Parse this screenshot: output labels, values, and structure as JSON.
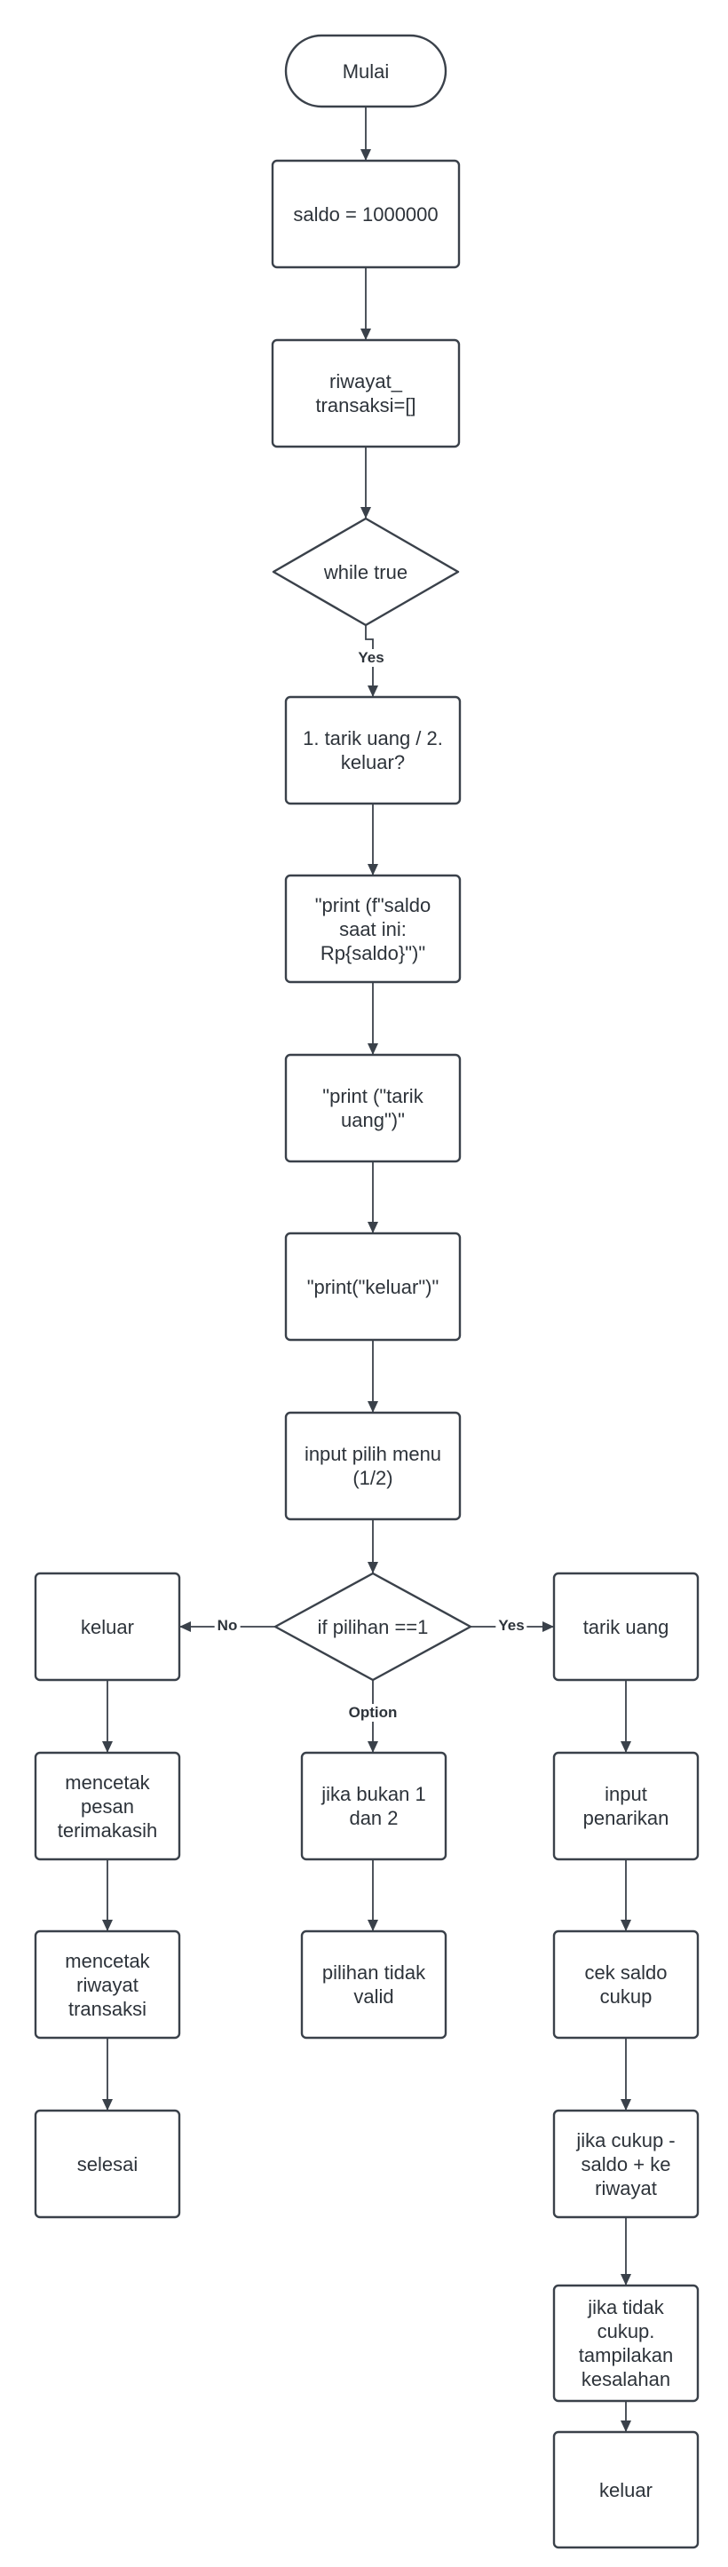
{
  "diagram": {
    "nodes": {
      "start": "Mulai",
      "init_saldo": "saldo = 1000000",
      "init_riwayat": "riwayat_\ntransaksi=[]",
      "loop": "while true",
      "prompt_menu": "1. tarik uang / 2.\nkeluar?",
      "print_saldo": "\"print (f\"saldo\nsaat ini:\nRp{saldo}\")\"",
      "print_tarik": "\"print (\"tarik\nuang\")\"",
      "print_keluar": "\"print(\"keluar\")\"",
      "input_menu": "input pilih menu\n(1/2)",
      "decision": "if pilihan ==1",
      "left_keluar": "keluar",
      "left_pesan": "mencetak\npesan\nterimakasih",
      "left_riwayat": "mencetak\nriwayat\ntransaksi",
      "left_selesai": "selesai",
      "mid_bukan": "jika bukan 1\ndan 2",
      "mid_invalid": "pilihan tidak\nvalid",
      "right_tarik": "tarik uang",
      "right_input": "input\npenarikan",
      "right_cek": "cek saldo\ncukup",
      "right_cukup": "jika cukup -\nsaldo + ke\nriwayat",
      "right_tidak": "jika tidak\ncukup.\ntampilakan\nkesalahan",
      "right_keluar": "keluar"
    },
    "edge_labels": {
      "loop_yes": "Yes",
      "decision_no": "No",
      "decision_yes": "Yes",
      "decision_option": "Option"
    }
  }
}
